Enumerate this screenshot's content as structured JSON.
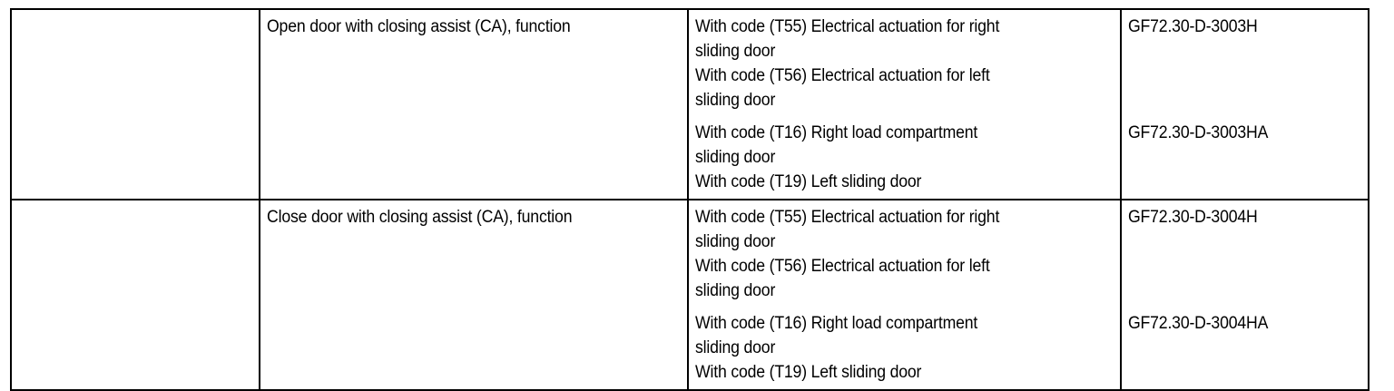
{
  "document": {
    "type": "specification-table",
    "background_color": "#ffffff",
    "text_color": "#000000",
    "border_color": "#000000"
  },
  "table": {
    "columns": [
      {
        "key": "blank",
        "header": ""
      },
      {
        "key": "description",
        "header": ""
      },
      {
        "key": "conditions",
        "header": ""
      },
      {
        "key": "document_reference",
        "header": ""
      }
    ],
    "rows": [
      {
        "blank": "",
        "description": "Open door with closing assist (CA), function",
        "condition_blocks": [
          {
            "lines": [
              "With code (T55) Electrical actuation for right",
              "sliding door",
              "With code (T56) Electrical actuation for left",
              "sliding door"
            ],
            "document_reference": "GF72.30-D-3003H"
          },
          {
            "lines": [
              "With code (T16) Right load compartment",
              "sliding door",
              "With code (T19) Left sliding door"
            ],
            "document_reference": "GF72.30-D-3003HA"
          }
        ]
      },
      {
        "blank": "",
        "description": "Close door with closing assist (CA), function",
        "condition_blocks": [
          {
            "lines": [
              "With code (T55) Electrical actuation for right",
              "sliding door",
              "With code (T56) Electrical actuation for left",
              "sliding door"
            ],
            "document_reference": "GF72.30-D-3004H"
          },
          {
            "lines": [
              "With code (T16) Right load compartment",
              "sliding door",
              "With code (T19) Left sliding door"
            ],
            "document_reference": "GF72.30-D-3004HA"
          }
        ]
      }
    ]
  }
}
